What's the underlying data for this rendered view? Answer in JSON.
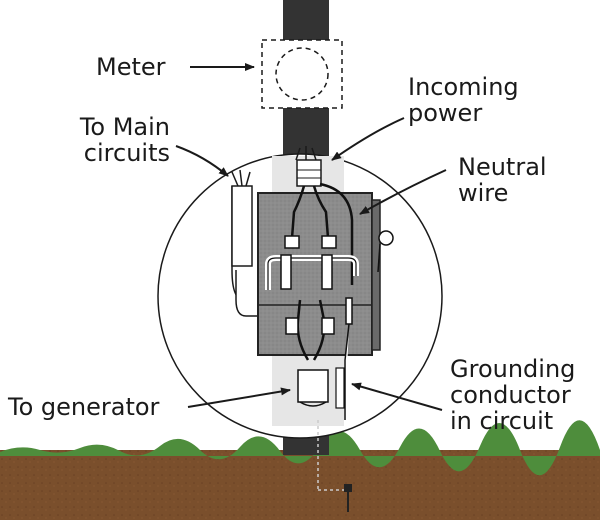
{
  "labels": {
    "meter": "Meter",
    "to_main_circuits": [
      "To Main",
      "circuits"
    ],
    "incoming_power": [
      "Incoming",
      "power"
    ],
    "neutral_wire": [
      "Neutral",
      "wire"
    ],
    "to_generator": "To generator",
    "grounding_conductor": [
      "Grounding",
      "conductor",
      "in circuit"
    ]
  },
  "colors": {
    "ground_soil": "#7a4f2c",
    "grass": "#4e8d3c",
    "pole": "#333333",
    "panel_fill": "#8c8c8c",
    "panel_border": "#222222",
    "background": "#ffffff",
    "text": "#1a1a1a"
  }
}
